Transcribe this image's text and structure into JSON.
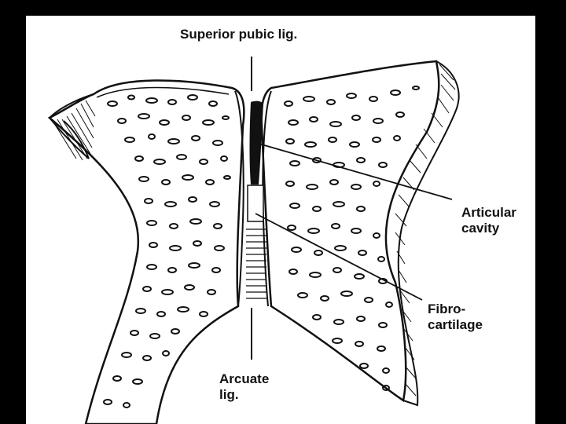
{
  "labels": {
    "superior_pubic_lig": "Superior pubic lig.",
    "articular_line1": "Articular",
    "articular_line2": "cavity",
    "fibro_line1": "Fibro-",
    "fibro_line2": "cartilage",
    "arcuate_line1": "Arcuate",
    "arcuate_line2": "lig."
  },
  "colors": {
    "background": "#000000",
    "slide": "#ffffff",
    "ink": "#111111"
  }
}
